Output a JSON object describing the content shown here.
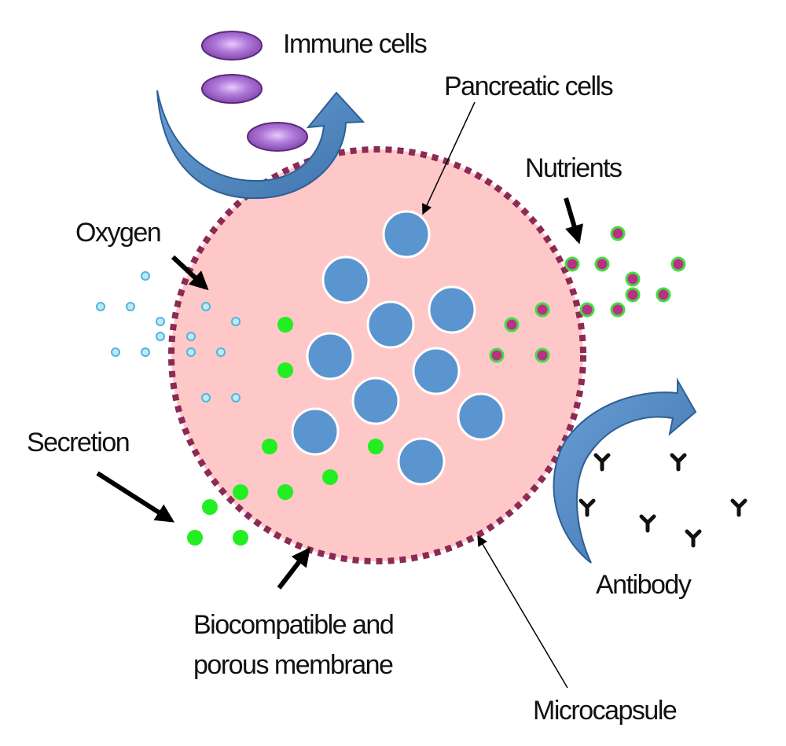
{
  "labels": {
    "immune_cells": "Immune cells",
    "pancreatic_cells": "Pancreatic cells",
    "nutrients": "Nutrients",
    "oxygen": "Oxygen",
    "secretion": "Secretion",
    "membrane": "Biocompatible and\nporous membrane",
    "antibody": "Antibody",
    "microcapsule": "Microcapsule"
  },
  "colors": {
    "capsule_fill": "#ffc8c8",
    "membrane_dots": "#8b2a55",
    "pancreatic_cell": "#5b95cf",
    "immune_cell": "#9b55c0",
    "oxygen": "#4fb6dd",
    "secretion": "#22ee22",
    "nutrient": "#bb2f86",
    "nutrient_ring": "#44dd44",
    "flow_arrow": "#4f86c0",
    "pointer": "#000000",
    "antibody": "#111111"
  },
  "icons": {
    "immune_cell": "purple-ellipse",
    "pancreatic_cell": "blue-circle",
    "oxygen": "cyan-dot",
    "secretion": "green-dot",
    "nutrient": "magenta-dot",
    "antibody": "y-shape"
  }
}
